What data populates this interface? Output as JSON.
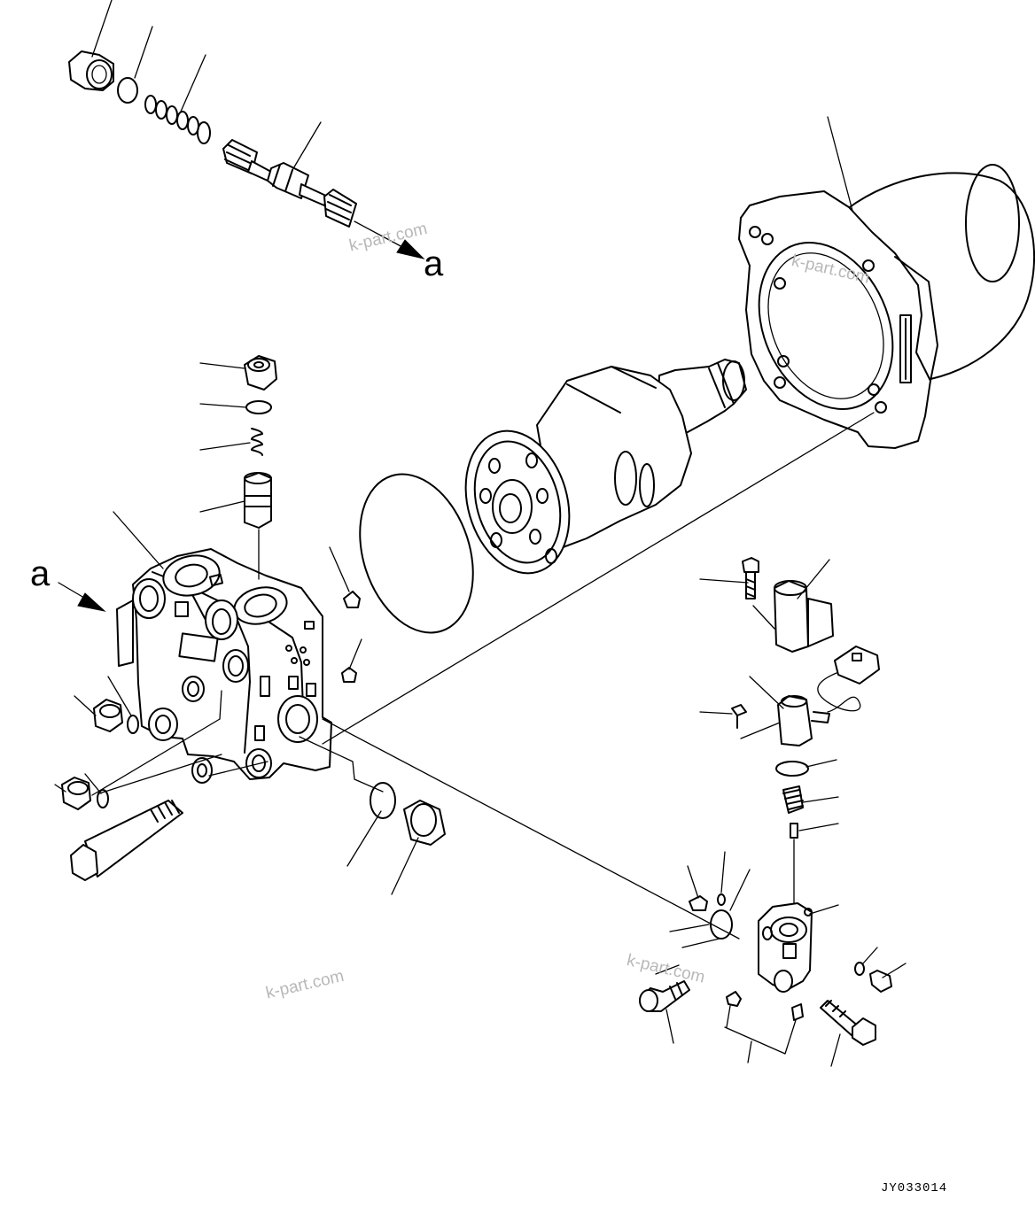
{
  "diagram": {
    "arrow_labels": [
      "a",
      "a"
    ],
    "drawing_code": "JY033014",
    "watermark_text": "k-part.com"
  },
  "colors": {
    "line": "#000000",
    "background": "#ffffff",
    "watermark": "#b8b8b8"
  }
}
